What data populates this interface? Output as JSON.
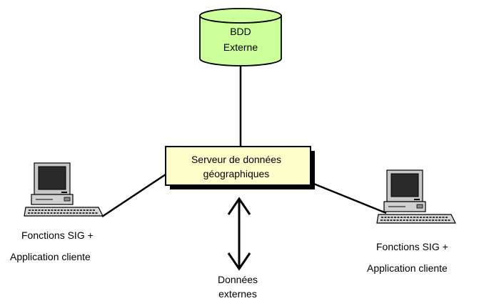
{
  "database": {
    "line1": "BDD",
    "line2": "Externe",
    "fill_color": "#ccff99"
  },
  "server": {
    "line1": "Serveur de données",
    "line2": "géographiques",
    "fill_color": "#ffffcc"
  },
  "client_left": {
    "line1": "Fonctions SIG +",
    "line2": "Application cliente",
    "icon": "computer-icon"
  },
  "client_right": {
    "line1": "Fonctions SIG +",
    "line2": "Application cliente",
    "icon": "computer-icon"
  },
  "external_data": {
    "line1": "Données",
    "line2": "externes"
  }
}
